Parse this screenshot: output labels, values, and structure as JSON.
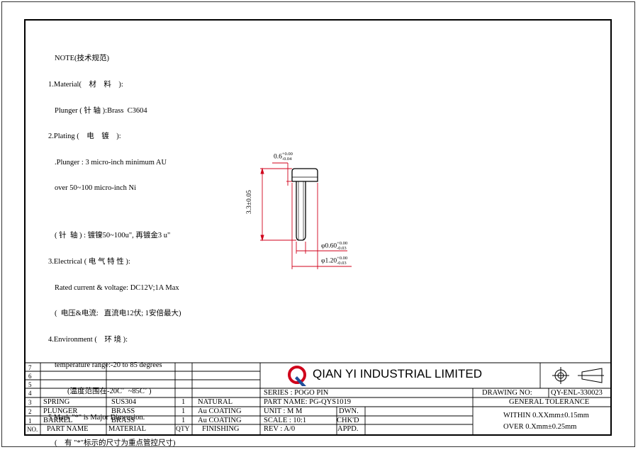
{
  "notes": {
    "title": "NOTE(技术规范)",
    "material_heading": "1.Material(　材　料　):",
    "material_line": "Plunger ( 针 轴 ):Brass  C3604",
    "plating_heading": "2.Plating (　电　镀　):",
    "plating_line1": ".Plunger : 3 micro-inch minimum AU",
    "plating_line2": "over 50~100 micro-inch Ni",
    "plating_line3": "( 针  轴 ) : 镀镍50~100u\", 再镀金3 u\"",
    "electrical_heading": "3.Electrical ( 电 气 特 性 ):",
    "electrical_line1": "Rated current & voltage: DC12V;1A Max",
    "electrical_line2": "(  电压&电流:   直流电12伏; 1安倍最大)",
    "environment_heading": "4.Environment (　环 境 ):",
    "environment_line1": "temperature range:-20 to 85 degrees",
    "environment_line2": "(温度范围在-20C˚  ~85C˚ )",
    "mark_heading": "5.Mark \"*\" is Major Dimension.",
    "mark_line": "(    有 \"*\"标示的尺寸为重点管控尺寸)"
  },
  "dimensions": {
    "head_height": "0.6",
    "head_height_tol_upper": "+0.00",
    "head_height_tol_lower": "-0.04",
    "length": "3.3±0.05",
    "shaft_dia": "φ0.60",
    "shaft_dia_tol_upper": "+0.00",
    "shaft_dia_tol_lower": "-0.03",
    "head_dia": "φ1.20",
    "head_dia_tol_upper": "+0.00",
    "head_dia_tol_lower": "-0.03"
  },
  "bom": {
    "headers": {
      "no": "NO.",
      "name": "PART NAME",
      "material": "MATERIAL",
      "qty": "QTY",
      "finish": "FINISHING"
    },
    "row_numbers": [
      "7",
      "6",
      "5",
      "4"
    ],
    "rows": [
      {
        "no": "3",
        "name": "SPRING",
        "material": "SUS304",
        "qty": "1",
        "finish": "NATURAL"
      },
      {
        "no": "2",
        "name": "PLUNGER",
        "material": "BRASS",
        "qty": "1",
        "finish": "Au COATING"
      },
      {
        "no": "1",
        "name": "BARREL",
        "material": "BRASS",
        "qty": "1",
        "finish": "Au COATING"
      }
    ]
  },
  "titleblock": {
    "company": "QIAN  YI  INDUSTRIAL  LIMITED",
    "series": "SERIES : POGO  PIN",
    "part_name": "PART NAME: PG-QYS1019",
    "unit": "UNIT  : M M",
    "scale": "SCALE : 10:1",
    "rev": "REV    : A/0",
    "dwn": "DWN.",
    "chkd": "CHK'D",
    "appd": "APPD.",
    "drawing_no_label": "DRAWING NO:",
    "drawing_no": "QY-ENL-330023",
    "general_tolerance": "GENERAL TOLERANCE",
    "within": "WITHIN 0.XXmm±0.15mm",
    "over": "OVER   0.Xmm±0.25mm"
  },
  "colors": {
    "dimension": "#d0021b",
    "logo_red": "#d0021b",
    "logo_blue": "#1f4e9a"
  }
}
